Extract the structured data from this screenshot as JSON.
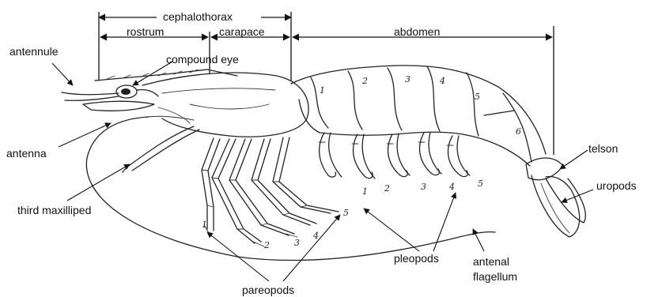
{
  "labels": {
    "cephalothorax": "cephalothorax",
    "rostrum": "rostrum",
    "carapace": "carapace",
    "abdomen": "abdomen",
    "antennule": "antennule",
    "compound_eye": "compound eye",
    "antenna": "antenna",
    "third_maxilliped": "third maxilliped",
    "telson": "telson",
    "uropods": "uropods",
    "pleopods": "pleopods",
    "antenal_flagellum_line1": "antenal",
    "antenal_flagellum_line2": "flagellum",
    "pareopods": "pareopods"
  },
  "segment_numbers": [
    "1",
    "2",
    "3",
    "4",
    "5",
    "6"
  ],
  "pareopod_numbers": [
    "1",
    "2",
    "3",
    "4",
    "5"
  ],
  "pleopod_numbers": [
    "1",
    "2",
    "3",
    "4",
    "5"
  ]
}
